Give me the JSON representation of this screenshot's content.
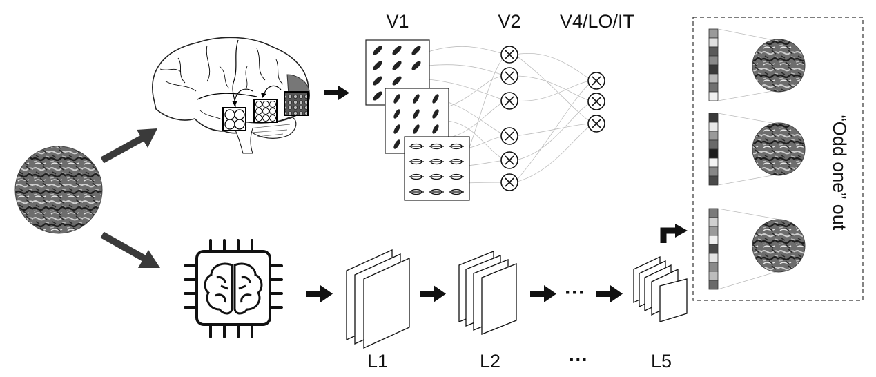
{
  "labels": {
    "v1": "V1",
    "v2": "V2",
    "v4": "V4/LO/IT",
    "odd_one_out": "“Odd one” out",
    "l1": "L1",
    "l2": "L2",
    "ellipsis": "···",
    "l5": "L5"
  },
  "icons": {
    "brain": "brain-illustration",
    "chip": "ai-chip-brain-icon",
    "texture": "texture-image"
  },
  "colors": {
    "arrow": "#3a3a3a",
    "ink": "#111111",
    "connection": "#bdbdbd",
    "v4_region": "#777777"
  }
}
